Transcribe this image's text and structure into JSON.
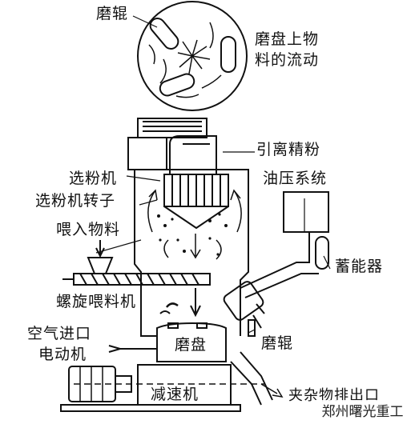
{
  "labels": {
    "grinding_roller_top": "磨辊",
    "material_flow_line1": "磨盘上物",
    "material_flow_line2": "料的流动",
    "fine_powder": "引离精粉",
    "separator": "选粉机",
    "hydraulic_system": "油压系统",
    "separator_rotor": "选粉机转子",
    "feed_material": "喂入物料",
    "accumulator": "蓄能器",
    "screw_feeder": "螺旋喂料机",
    "air_inlet": "空气进口",
    "grinding_roller_bottom": "磨辊",
    "motor": "电动机",
    "grinding_table": "磨盘",
    "reducer": "减速机",
    "reject_outlet": "夹杂物排出口"
  },
  "watermark": "郑州曙光重工",
  "colors": {
    "line": "#111111",
    "background": "#ffffff"
  }
}
